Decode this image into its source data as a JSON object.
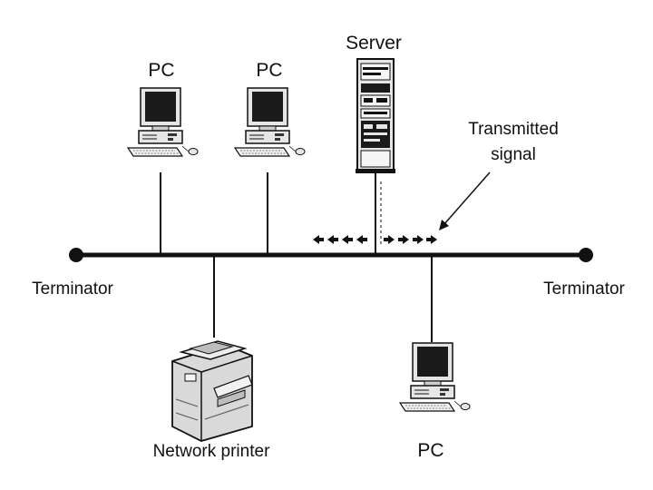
{
  "labels": {
    "server": "Server",
    "pc_top_left": "PC",
    "pc_top_mid": "PC",
    "pc_bottom": "PC",
    "terminator_left": "Terminator",
    "terminator_right": "Terminator",
    "transmitted_signal_line1": "Transmitted",
    "transmitted_signal_line2": "signal",
    "network_printer": "Network printer"
  },
  "colors": {
    "ink": "#111111",
    "monitor_screen": "#1a1a1a",
    "device_body": "#e6e6e6",
    "printer_body": "#d9d9d9"
  },
  "icons": [
    "pc-icon",
    "server-icon",
    "printer-icon",
    "signal-arrow-icon",
    "terminator-icon"
  ]
}
